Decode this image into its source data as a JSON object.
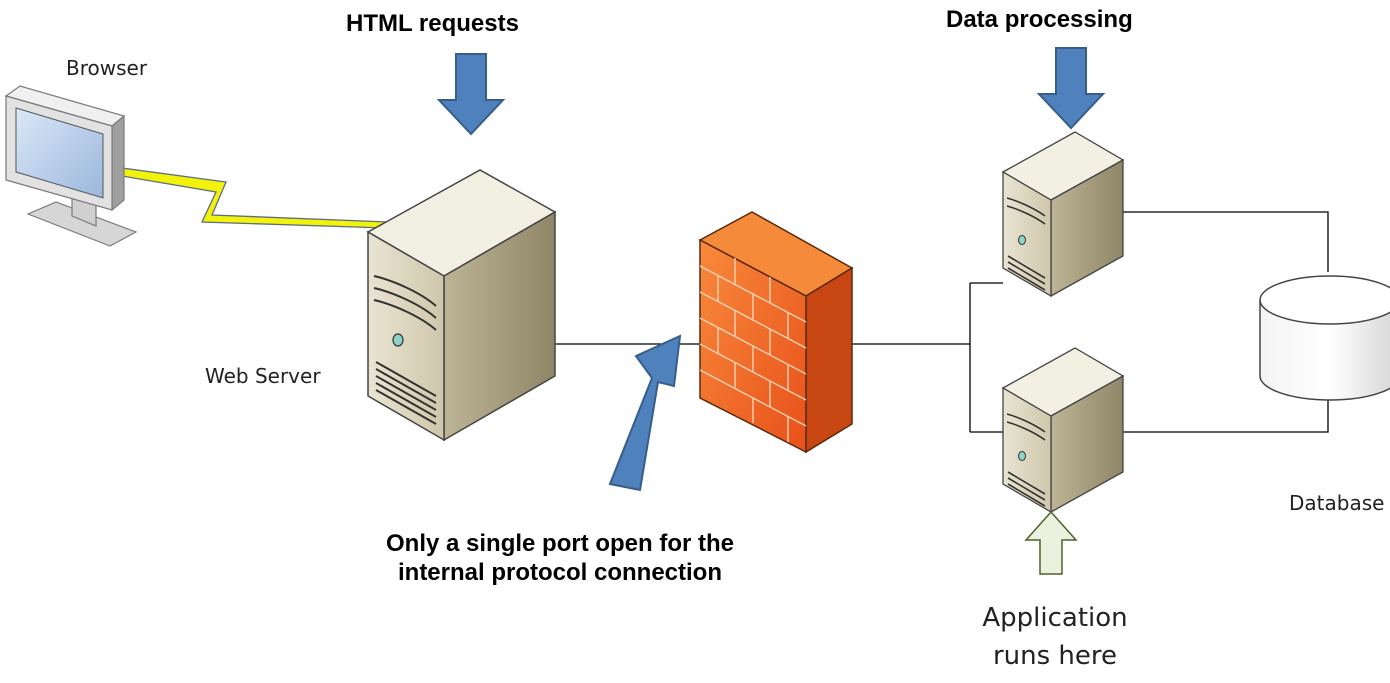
{
  "labels": {
    "html_requests": "HTML requests",
    "data_processing": "Data processing",
    "browser": "Browser",
    "web_server": "Web Server",
    "single_port_line1": "Only a single port open for the",
    "single_port_line2": "internal protocol connection",
    "database": "Database",
    "app_line1": "Application",
    "app_line2": "runs here"
  },
  "colors": {
    "callout_arrow": "#4f81bd",
    "callout_arrow_border": "#385d8a",
    "app_arrow": "#ebf1de",
    "app_arrow_border": "#4f6228",
    "firewall": "#f26a21",
    "link_bolt": "#f2f20a",
    "server_body": "#ddd6bf",
    "connector_line": "#000000"
  },
  "icons": [
    "monitor-icon",
    "server-icon",
    "firewall-icon",
    "database-icon",
    "lightning-link-icon"
  ]
}
